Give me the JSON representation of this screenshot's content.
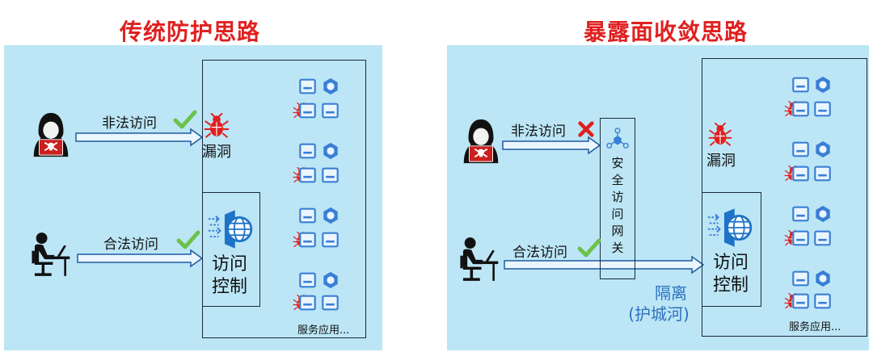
{
  "left": {
    "title": "传统防护思路",
    "illegal_access": "非法访问",
    "legal_access": "合法访问",
    "vulnerability": "漏洞",
    "access_control_line1": "访问",
    "access_control_line2": "控制",
    "services": "服务应用..."
  },
  "right": {
    "title": "暴露面收敛思路",
    "illegal_access": "非法访问",
    "legal_access": "合法访问",
    "gateway": [
      "安",
      "全",
      "访",
      "问",
      "网",
      "关"
    ],
    "vulnerability": "漏洞",
    "access_control_line1": "访问",
    "access_control_line2": "控制",
    "isolation_line1": "隔离",
    "isolation_line2": "(护城河)",
    "services": "服务应用..."
  },
  "colors": {
    "panel_bg": "#bce6f6",
    "title_red": "#e02020",
    "check_green": "#6cc24a",
    "cross_red": "#e02020",
    "bug_red": "#e02020",
    "icon_blue": "#3a7fd5",
    "isolation_blue": "#2a70c0"
  },
  "icons": [
    "hacker-icon",
    "user-at-desk-icon",
    "check-icon",
    "cross-icon",
    "bug-icon",
    "server-icon",
    "gear-icon",
    "firewall-icon",
    "gateway-node-icon"
  ]
}
